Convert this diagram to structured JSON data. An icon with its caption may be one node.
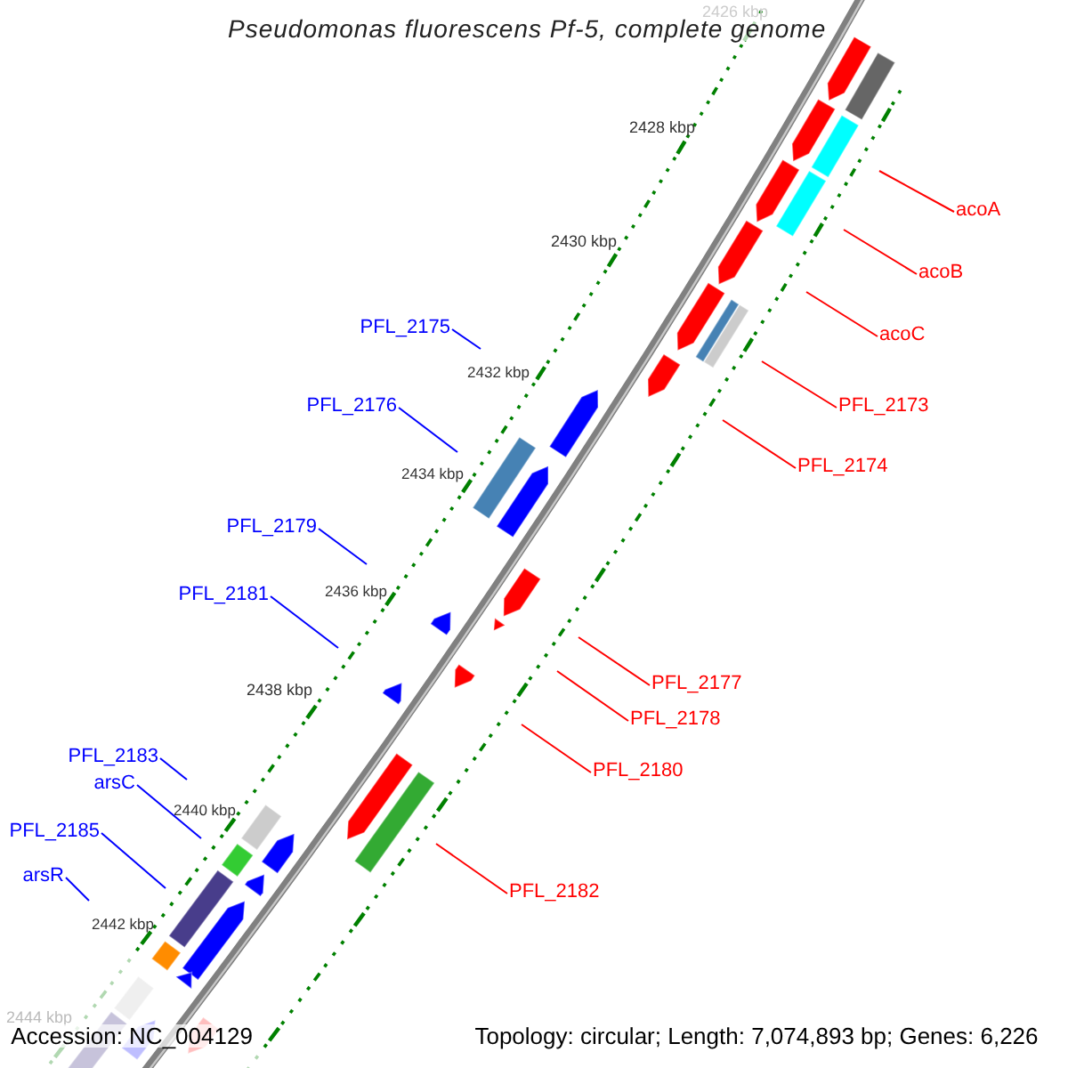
{
  "diagram": {
    "title": "Pseudomonas fluorescens Pf-5, complete genome",
    "nodes": [
      {
        "text": [
          "acoA"
        ]
      },
      {
        "text": [
          "acoB"
        ]
      },
      {
        "text": [
          "acoC"
        ]
      },
      {
        "text": [
          "PFL_2175"
        ]
      },
      {
        "text": [
          "PFL_2173"
        ]
      },
      {
        "text": [
          "PFL_2176"
        ]
      },
      {
        "text": [
          "PFL_2174"
        ]
      },
      {
        "text": [
          "PFL_2179"
        ]
      },
      {
        "text": [
          "PFL_2181"
        ]
      },
      {
        "text": [
          "PFL_2177"
        ]
      },
      {
        "text": [
          "PFL_2178"
        ]
      },
      {
        "text": [
          "PFL_2183"
        ]
      },
      {
        "text": [
          "PFL_2180"
        ]
      },
      {
        "text": [
          "arsC"
        ]
      },
      {
        "text": [
          "PFL_2185"
        ]
      },
      {
        "text": [
          "arsR"
        ]
      },
      {
        "text": [
          "PFL_2182"
        ]
      }
    ],
    "edges": [
      {
        "from": 0,
        "to": null,
        "arrow": "none"
      },
      {
        "from": 1,
        "to": null,
        "arrow": "none"
      },
      {
        "from": 2,
        "to": null,
        "arrow": "none"
      },
      {
        "from": 3,
        "to": null,
        "arrow": "none",
        "color": "#0000ff"
      },
      {
        "from": 4,
        "to": null,
        "arrow": "none"
      },
      {
        "from": 5,
        "to": null,
        "arrow": "none",
        "color": "#0000ff"
      },
      {
        "from": 6,
        "to": null,
        "arrow": "none"
      },
      {
        "from": 7,
        "to": null,
        "arrow": "none",
        "color": "#0000ff"
      },
      {
        "from": 8,
        "to": null,
        "arrow": "none",
        "color": "#0000ff"
      },
      {
        "from": 9,
        "to": null,
        "arrow": "none"
      },
      {
        "from": 10,
        "to": null,
        "arrow": "none"
      },
      {
        "from": 11,
        "to": null,
        "arrow": "none",
        "color": "#0000ff"
      },
      {
        "from": 12,
        "to": null,
        "arrow": "none"
      },
      {
        "from": 13,
        "to": null,
        "arrow": "none",
        "color": "#0000ff"
      },
      {
        "from": 14,
        "to": null,
        "arrow": "none",
        "color": "#0000ff"
      },
      {
        "from": 15,
        "to": null,
        "arrow": "none",
        "color": "#0000ff"
      },
      {
        "from": 16,
        "to": null,
        "arrow": "none"
      }
    ],
    "labels": [
      "2426 kbp",
      "2428 kbp",
      "2430 kbp",
      "2432 kbp",
      "2434 kbp",
      "2436 kbp",
      "2438 kbp",
      "2440 kbp",
      "2442 kbp",
      "2444 kbp",
      "Accession: NC_004129",
      "Topology: circular; Length: 7,074,893 bp; Genes: 6,226"
    ]
  }
}
